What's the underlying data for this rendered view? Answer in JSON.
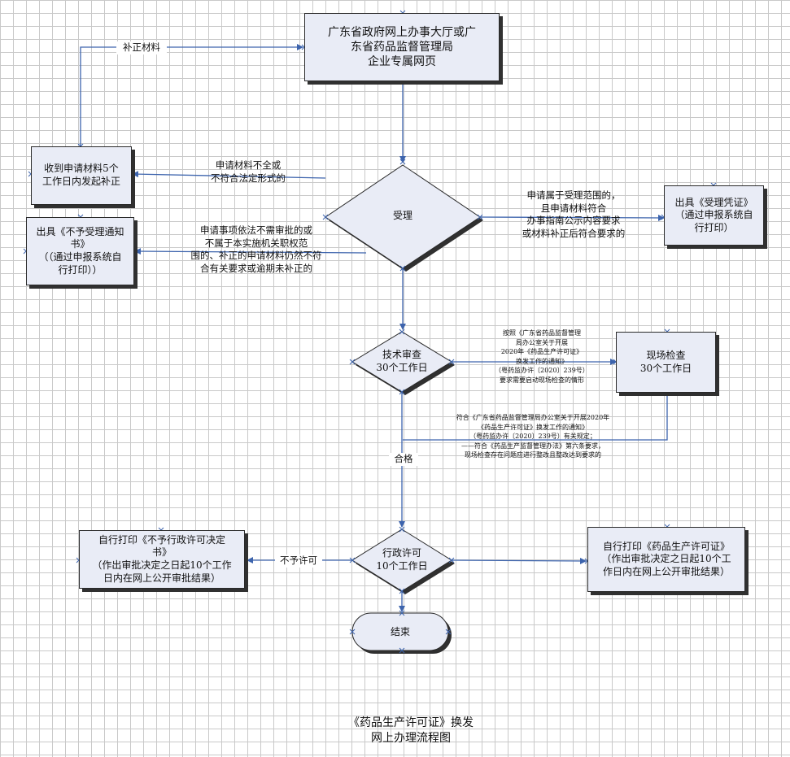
{
  "nodes": {
    "portal": "广东省政府网上办事大厅或广\n东省药品监督管理局\n企业专属网页",
    "supplement": "收到申请材料5个\n工作日内发起补正",
    "reject_notice": "出具《不予受理通知\n书》\n（（通过申报系统自\n行打印））",
    "accept_receipt": "出具《受理凭证》\n（通过申报系统自\n行打印）",
    "accept": "受理",
    "tech_review": "技术审查\n30个工作日",
    "onsite": "现场检查\n30个工作日",
    "permit": "行政许可\n10个工作日",
    "deny_print": "自行打印《不予行政许可决定\n书》\n（作出审批决定之日起10个工作\n日内在网上公开审批结果）",
    "license_print": "自行打印《药品生产许可证》\n（作出审批决定之日起10个工\n作日内在网上公开审批结果）",
    "end": "结束"
  },
  "labels": {
    "supplement_material": "补正材料",
    "incomplete": "申请材料不全或\n不符合法定形式的",
    "not_accepted": "申请事项依法不需审批的或\n不属于本实施机关职权范\n围的、补正的申请材料仍然不符\n合有关要求或逾期未补正的",
    "accepted_scope": "申请属于受理范围的，\n且申请材料符合\n办事指南公示内容要求\n或材料补正后符合要求的",
    "onsite_condition": "按照《广东省药品监督管理\n局办公室关于开展\n2020年《药品生产许可证》\n换发工作的通知》\n（粤药监办许〔2020〕239号）\n要求需要启动现场检查的情形",
    "compliance": "符合《广东省药品监督管理局办公室关于开展2020年\n《药品生产许可证》换发工作的通知》\n（粤药监办许〔2020〕239号）有关规定；\n——符合《药品生产监督管理办法》第六条要求，\n现场检查存在问题应进行整改且整改达到要求的",
    "pass": "合格",
    "deny": "不予许可"
  },
  "title": "《药品生产许可证》换发\n网上办理流程图"
}
